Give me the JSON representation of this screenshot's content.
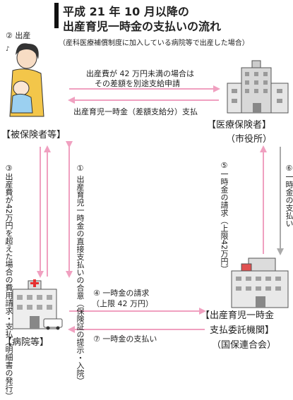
{
  "title": {
    "line1": "平成 21 年 10 月以降の",
    "line2": "出産育児一時金の支払いの流れ"
  },
  "subtitle_note": "（産科医療補償制度に加入している病院等で出産した場合）",
  "labels": {
    "birth": "② 出産",
    "insured": "【被保険者等】",
    "insurer": "【医療保険者】",
    "insurer_sub": "（市役所）",
    "hospital": "【病院等】",
    "payment_org_line1": "【出産育児一時金",
    "payment_org_line2": "支払委託機関】",
    "payment_org_sub": "（国保連合会）"
  },
  "flows": {
    "difference_request_line1": "出産費が 42 万円未満の場合は",
    "difference_request_line2": "その差額を別途支給申請",
    "difference_payment": "出産育児一時金（差額支給分）支払",
    "step1": "① 出産育児一時金の直接支払いの合意（保険証の提示・入院）",
    "step3": "③出産費が42万円を超えた場合の費用請求・支払（明細書の発行）",
    "step4_line1": "④ 一時金の請求",
    "step4_line2": "（上限 42 万円）",
    "step5": "⑤一時金の請求（上限42万円）",
    "step6": "⑥一時金の支払い",
    "step7": "⑦ 一時金の支払い"
  },
  "colors": {
    "arrow": "#f0a0c0",
    "arrow_gray": "#aaaaaa",
    "hospital_cross": "#e53030"
  }
}
